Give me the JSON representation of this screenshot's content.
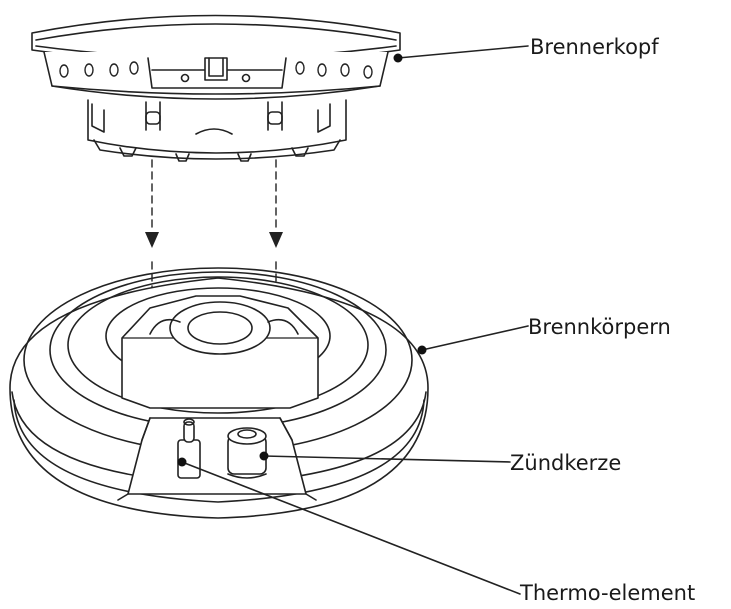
{
  "labels": {
    "burner_head": "Brennerkopf",
    "burner_body": "Brennkörpern",
    "spark_plug": "Zündkerze",
    "thermo_element": "Thermo-element"
  }
}
